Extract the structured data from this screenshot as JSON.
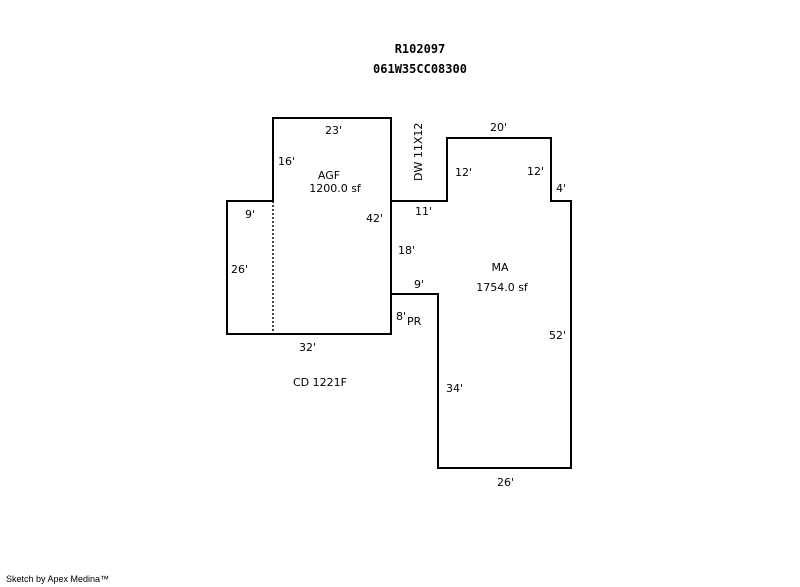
{
  "header": {
    "record_id": "R102097",
    "parcel_id": "061W35CC08300"
  },
  "areas": {
    "agf": {
      "code": "AGF",
      "size": "1200.0 sf"
    },
    "ma": {
      "code": "MA",
      "size": "1754.0 sf"
    },
    "dw": "DW  11X12",
    "pr": "PR",
    "cd": "CD  1221F"
  },
  "dimensions": {
    "agf_top": "23'",
    "agf_left_upper": "16'",
    "agf_right": "42'",
    "agf_bottom": "32'",
    "wing_top": "9'",
    "wing_left": "26'",
    "notch_left": "12'",
    "ma_top": "20'",
    "notch_right": "12'",
    "ma_step": "4'",
    "connector_top": "11'",
    "connector_side": "18'",
    "pr_top": "9'",
    "pr_side": "8'",
    "ma_left": "34'",
    "ma_right": "52'",
    "ma_bottom": "26'"
  },
  "footer": {
    "credit": "Sketch by Apex Medina™"
  }
}
